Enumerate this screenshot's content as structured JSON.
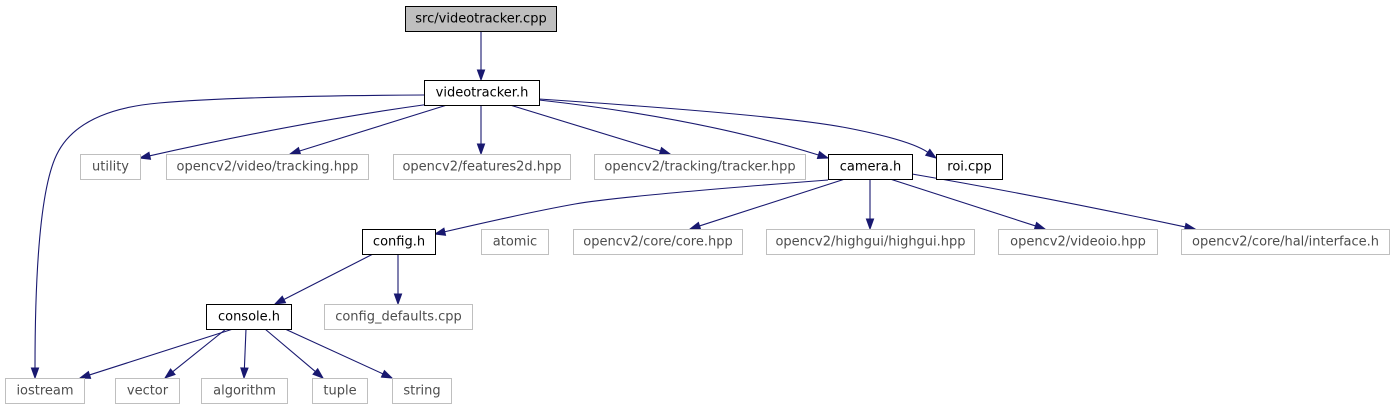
{
  "graph": {
    "style": {
      "edge_color": "#191970",
      "root_fill": "#bfbfbf",
      "local_border": "#000000",
      "external_border": "#bfbfbf",
      "text_color": "#000000",
      "external_text_color": "#4d4d4d",
      "background": "#ffffff"
    },
    "nodes": [
      {
        "id": "src_videotracker_cpp",
        "label": "src/videotracker.cpp",
        "kind": "root"
      },
      {
        "id": "videotracker_h",
        "label": "videotracker.h",
        "kind": "local"
      },
      {
        "id": "utility",
        "label": "utility",
        "kind": "external"
      },
      {
        "id": "opencv_video_tracking",
        "label": "opencv2/video/tracking.hpp",
        "kind": "external"
      },
      {
        "id": "opencv_features2d",
        "label": "opencv2/features2d.hpp",
        "kind": "external"
      },
      {
        "id": "opencv_tracking_tracker",
        "label": "opencv2/tracking/tracker.hpp",
        "kind": "external"
      },
      {
        "id": "camera_h",
        "label": "camera.h",
        "kind": "local"
      },
      {
        "id": "roi_cpp",
        "label": "roi.cpp",
        "kind": "local"
      },
      {
        "id": "config_h",
        "label": "config.h",
        "kind": "local"
      },
      {
        "id": "atomic",
        "label": "atomic",
        "kind": "external"
      },
      {
        "id": "opencv_core_core",
        "label": "opencv2/core/core.hpp",
        "kind": "external"
      },
      {
        "id": "opencv_highgui",
        "label": "opencv2/highgui/highgui.hpp",
        "kind": "external"
      },
      {
        "id": "opencv_videoio",
        "label": "opencv2/videoio.hpp",
        "kind": "external"
      },
      {
        "id": "opencv_hal_interface",
        "label": "opencv2/core/hal/interface.h",
        "kind": "external"
      },
      {
        "id": "console_h",
        "label": "console.h",
        "kind": "local"
      },
      {
        "id": "config_defaults_cpp",
        "label": "config_defaults.cpp",
        "kind": "external"
      },
      {
        "id": "iostream",
        "label": "iostream",
        "kind": "external"
      },
      {
        "id": "vector",
        "label": "vector",
        "kind": "external"
      },
      {
        "id": "algorithm",
        "label": "algorithm",
        "kind": "external"
      },
      {
        "id": "tuple",
        "label": "tuple",
        "kind": "external"
      },
      {
        "id": "string",
        "label": "string",
        "kind": "external"
      }
    ],
    "edges": [
      {
        "from": "src_videotracker_cpp",
        "to": "videotracker_h"
      },
      {
        "from": "videotracker_h",
        "to": "iostream"
      },
      {
        "from": "videotracker_h",
        "to": "utility"
      },
      {
        "from": "videotracker_h",
        "to": "opencv_video_tracking"
      },
      {
        "from": "videotracker_h",
        "to": "opencv_features2d"
      },
      {
        "from": "videotracker_h",
        "to": "opencv_tracking_tracker"
      },
      {
        "from": "videotracker_h",
        "to": "camera_h"
      },
      {
        "from": "videotracker_h",
        "to": "roi_cpp"
      },
      {
        "from": "camera_h",
        "to": "config_h"
      },
      {
        "from": "camera_h",
        "to": "opencv_core_core"
      },
      {
        "from": "camera_h",
        "to": "opencv_highgui"
      },
      {
        "from": "camera_h",
        "to": "opencv_videoio"
      },
      {
        "from": "camera_h",
        "to": "opencv_hal_interface"
      },
      {
        "from": "config_h",
        "to": "console_h"
      },
      {
        "from": "config_h",
        "to": "config_defaults_cpp"
      },
      {
        "from": "console_h",
        "to": "iostream"
      },
      {
        "from": "console_h",
        "to": "vector"
      },
      {
        "from": "console_h",
        "to": "algorithm"
      },
      {
        "from": "console_h",
        "to": "tuple"
      },
      {
        "from": "console_h",
        "to": "string"
      }
    ]
  }
}
